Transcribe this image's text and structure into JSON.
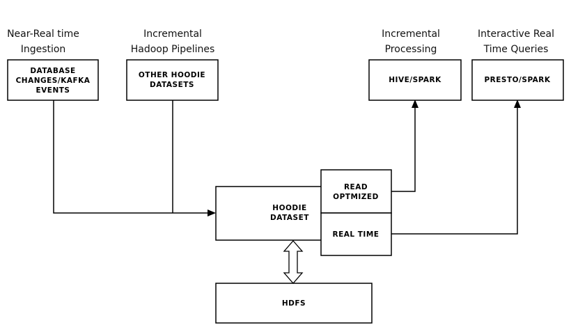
{
  "captions": {
    "ingestion": [
      "Near-Real time",
      "Ingestion"
    ],
    "pipelines": [
      "Incremental",
      "Hadoop Pipelines"
    ],
    "processing": [
      "Incremental",
      "Processing"
    ],
    "queries": [
      "Interactive Real",
      "Time Queries"
    ]
  },
  "boxes": {
    "database": [
      "DATABASE",
      "CHANGES/KAFKA",
      "EVENTS"
    ],
    "other_datasets": [
      "OTHER HOODIE",
      "DATASETS"
    ],
    "hive_spark": [
      "HIVE/SPARK"
    ],
    "presto_spark": [
      "PRESTO/SPARK"
    ],
    "hoodie_dataset": [
      "HOODIE",
      "DATASET"
    ],
    "read_optimized": [
      "READ",
      "OPTMIZED"
    ],
    "real_time": [
      "REAL TIME"
    ],
    "hdfs": [
      "HDFS"
    ]
  }
}
